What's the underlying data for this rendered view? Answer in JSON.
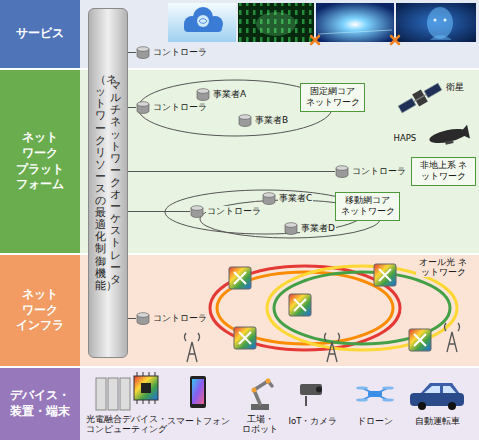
{
  "diagram": {
    "nodes": [
      {
        "text": [
          "サービス"
        ]
      },
      {
        "text": [
          "ネット ワーク プラット フォーム"
        ]
      },
      {
        "text": [
          "ネット ワーク インフラ"
        ]
      },
      {
        "text": [
          "デバイス・ 装置・端末"
        ]
      },
      {
        "text": [
          "マルチネットワークオーケストレータ",
          "（ネットワークリソースの最適化制御機能）"
        ]
      },
      {
        "text": [
          "コントローラ"
        ]
      },
      {
        "text": [
          "コントローラ"
        ]
      },
      {
        "text": [
          "事業者A"
        ]
      },
      {
        "text": [
          "事業者B"
        ]
      },
      {
        "text": [
          "固定網コア ネットワーク"
        ]
      },
      {
        "text": [
          "コントローラ"
        ]
      },
      {
        "text": [
          "非地上系 ネットワーク"
        ]
      },
      {
        "text": [
          "コントローラ"
        ]
      },
      {
        "text": [
          "事業者C"
        ]
      },
      {
        "text": [
          "事業者D"
        ]
      },
      {
        "text": [
          "移動網コア ネットワーク"
        ]
      },
      {
        "text": [
          "コントローラ"
        ]
      }
    ],
    "edges": [
      {
        "from": 4,
        "to": 5,
        "arrow": "none"
      },
      {
        "from": 4,
        "to": 6,
        "arrow": "none"
      },
      {
        "from": 4,
        "to": 10,
        "arrow": "none"
      },
      {
        "from": 4,
        "to": 12,
        "arrow": "none"
      },
      {
        "from": 4,
        "to": 16,
        "arrow": "none"
      }
    ],
    "labels": [
      "衛星",
      "HAPS",
      "オール光 ネットワーク",
      "光電融合デバイス・ コンピューティング",
      "スマートフォン",
      "工場・ ロボット",
      "IoT・カメラ",
      "ドローン",
      "自動運転車"
    ]
  }
}
